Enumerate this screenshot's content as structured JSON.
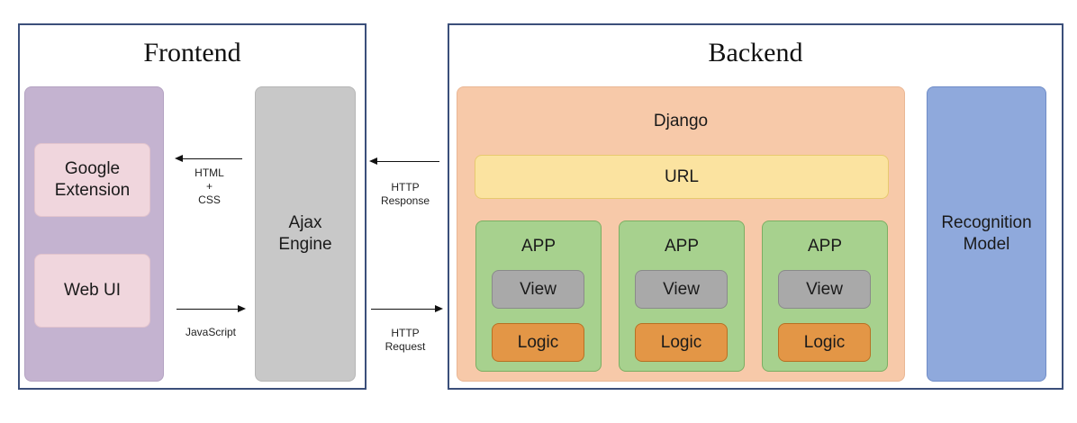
{
  "frontend": {
    "title": "Frontend",
    "google_extension": "Google Extension",
    "web_ui": "Web UI",
    "ajax_engine": "Ajax Engine"
  },
  "connectors": {
    "html_css": [
      "HTML",
      "+",
      "CSS"
    ],
    "javascript": "JavaScript",
    "http_response": [
      "HTTP",
      "Response"
    ],
    "http_request": [
      "HTTP",
      "Request"
    ]
  },
  "backend": {
    "title": "Backend",
    "django": "Django",
    "url": "URL",
    "apps": [
      {
        "label": "APP",
        "view": "View",
        "logic": "Logic"
      },
      {
        "label": "APP",
        "view": "View",
        "logic": "Logic"
      },
      {
        "label": "APP",
        "view": "View",
        "logic": "Logic"
      }
    ],
    "recognition_model": "Recognition Model"
  },
  "colors": {
    "panel_border": "#3b4f7a",
    "purple": "#c4b3d0",
    "pink": "#f0d6dd",
    "gray": "#c8c8c8",
    "orange_bg": "#f7c9a9",
    "url_yellow": "#fbe3a0",
    "app_green": "#a7d18e",
    "view_gray": "#a9a9a9",
    "logic_orange": "#e39646",
    "model_blue": "#8fa9dc"
  }
}
